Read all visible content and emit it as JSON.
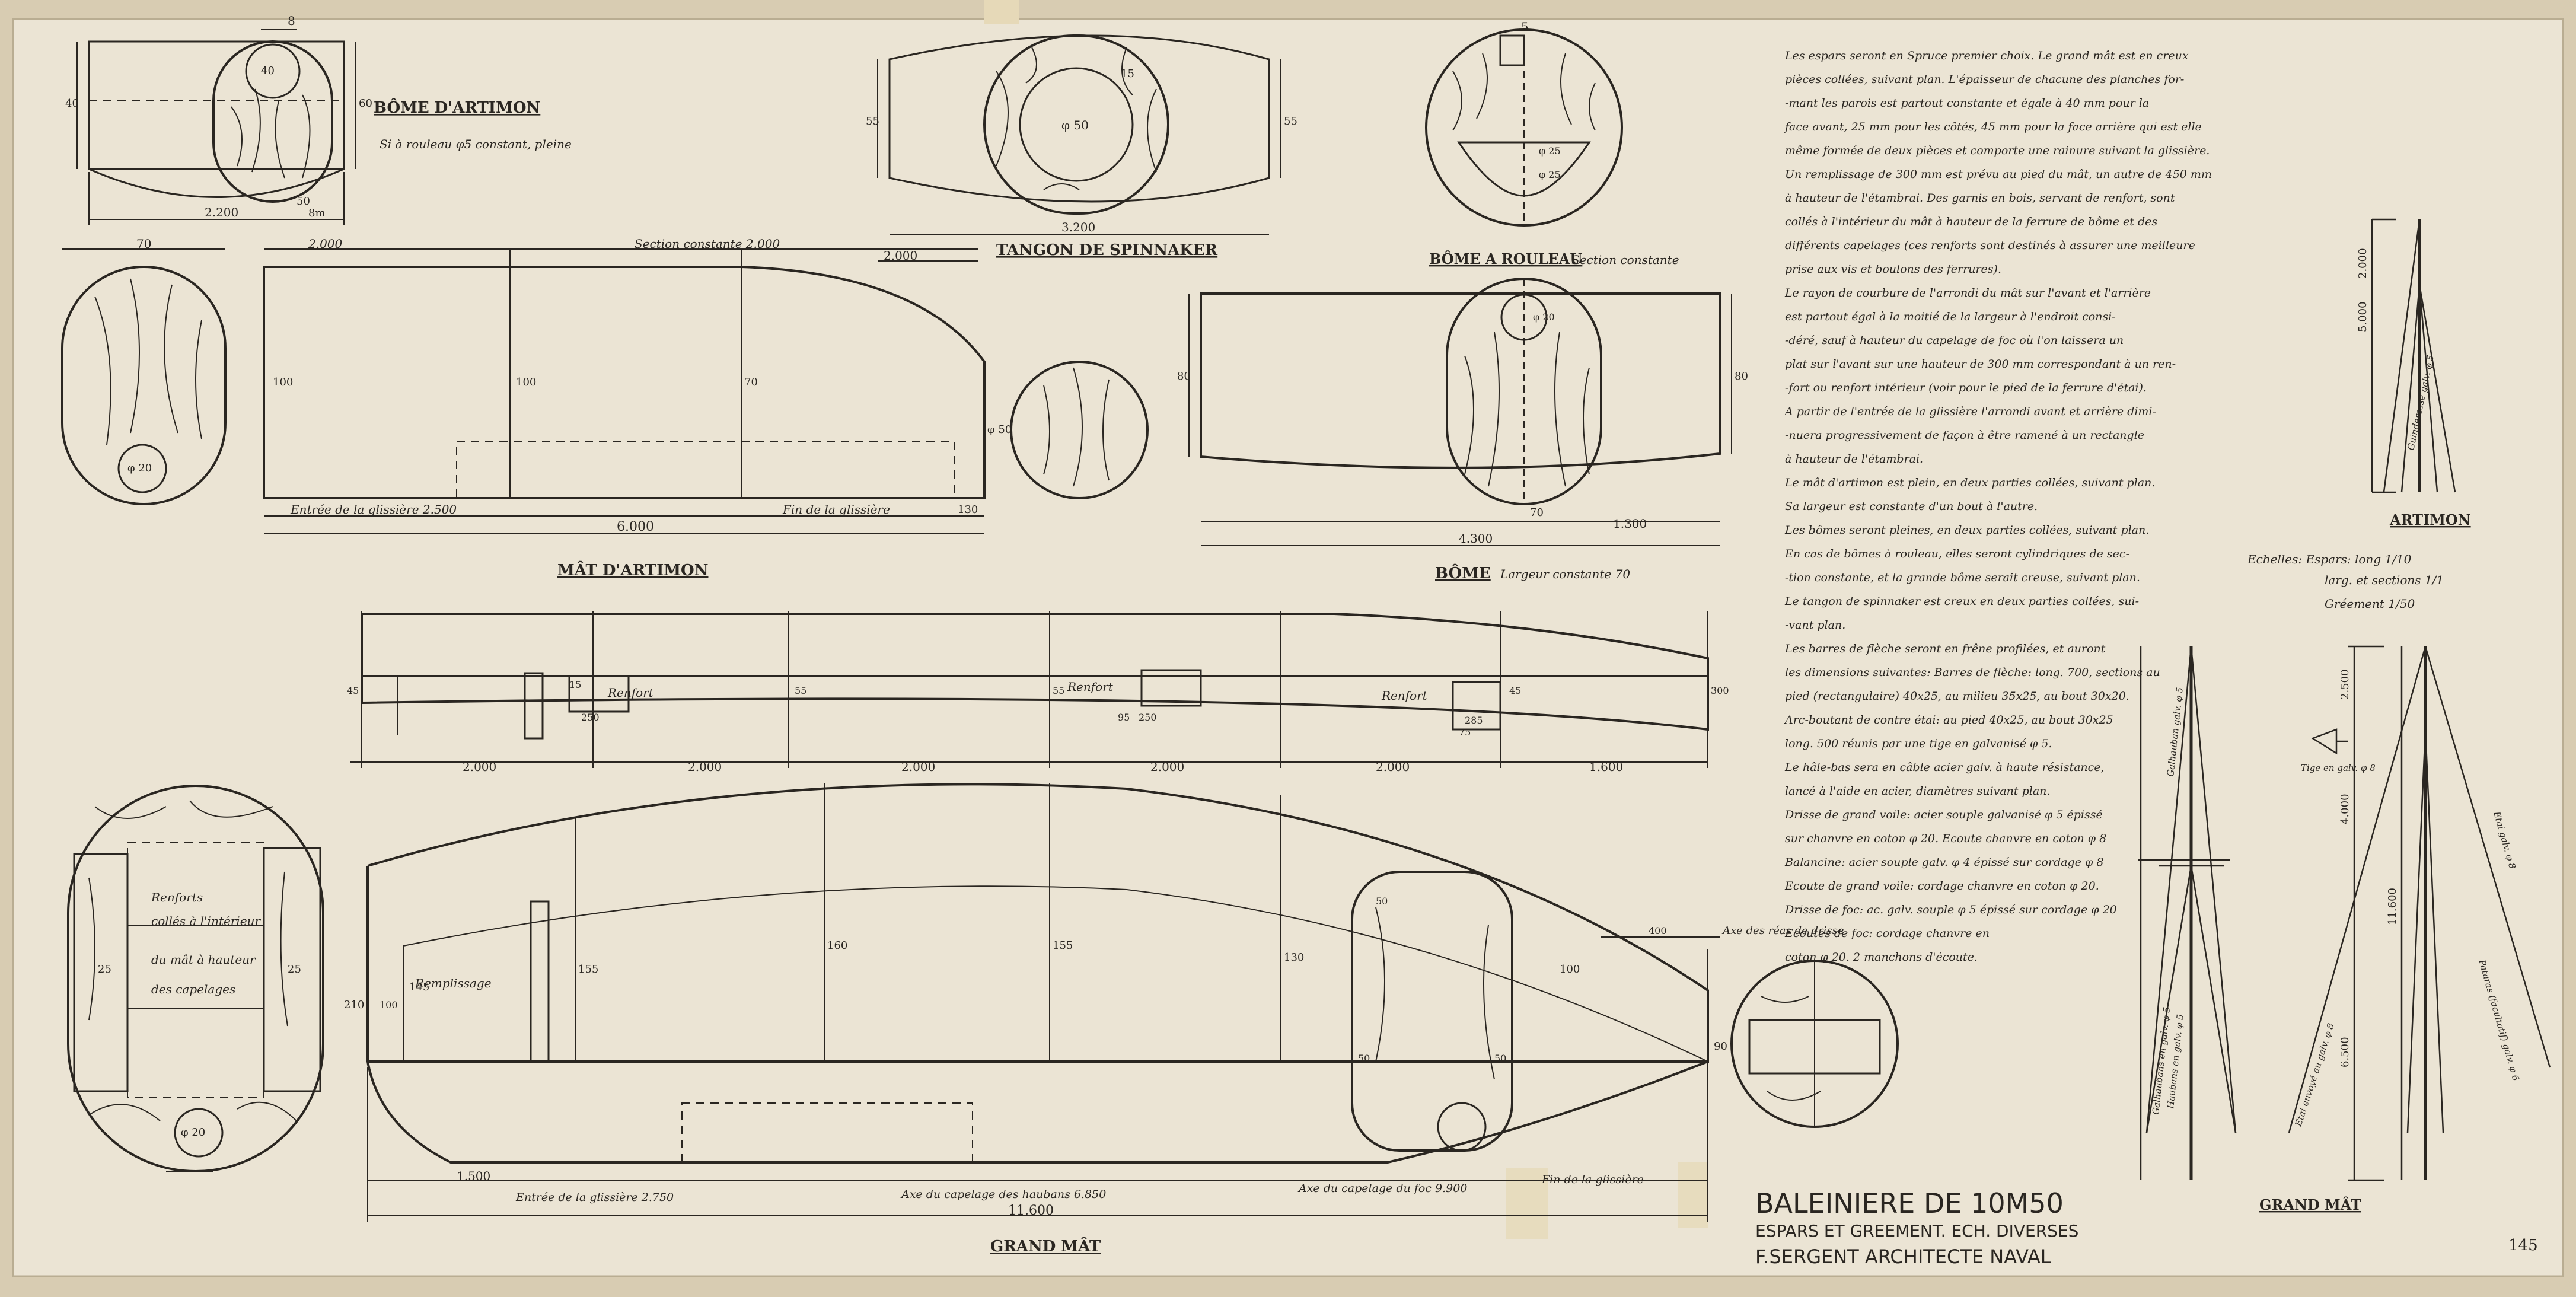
{
  "colors": {
    "paper": "#e8e0d0",
    "paper_dark": "#ded5c3",
    "ink": "#2a2621",
    "tape": "#e6d9b8"
  },
  "views": {
    "bome_artimon": {
      "label": "BÔME D'ARTIMON",
      "note": "Si à rouleau φ5 constant, pleine",
      "dims": [
        "8",
        "40",
        "60",
        "50",
        "2.200",
        "8m",
        "40"
      ]
    },
    "tangon": {
      "label": "TANGON DE SPINNAKER",
      "dims": [
        "φ 50",
        "15",
        "55",
        "55",
        "3.200"
      ]
    },
    "bome_rouleau": {
      "label": "BÔME A ROULEAU",
      "note": "Section constante",
      "dims": [
        "5",
        "φ 25",
        "φ 25"
      ]
    },
    "mat_artimon": {
      "label": "MÂT D'ARTIMON",
      "note_top": "Section constante 2.000",
      "dims": [
        "70",
        "2.000",
        "2.000",
        "100",
        "100",
        "70",
        "φ 50",
        "φ 20",
        "6.000",
        "130"
      ],
      "glissiere_start": "Entrée de la glissière 2.500",
      "glissiere_end": "Fin de la glissière"
    },
    "bome": {
      "label": "BÔME",
      "note": "Largeur constante 70",
      "dims": [
        "φ 20",
        "80",
        "80",
        "70",
        "4.300",
        "1.300"
      ]
    },
    "grand_mat": {
      "label": "GRAND MÂT",
      "top_dims": [
        "2.000",
        "2.000",
        "2.000",
        "2.000",
        "2.000",
        "1.600"
      ],
      "renfort_labels": [
        "Renfort",
        "Renfort",
        "Renfort"
      ],
      "small_dims": [
        "250",
        "15",
        "250",
        "95",
        "45",
        "55",
        "55",
        "75",
        "285",
        "45",
        "300"
      ],
      "section_note": "Renforts collés à l'intérieur du mât à hauteur des capelages",
      "remplissage": "Remplissage",
      "heights": [
        "145",
        "155",
        "160",
        "155",
        "130",
        "100",
        "400",
        "210",
        "25",
        "25",
        "50",
        "50",
        "50",
        "90"
      ],
      "section_phi": "φ 20",
      "section_label_dim": "100",
      "bottom_dims": [
        "1.500",
        "11.600"
      ],
      "glissiere_start": "Entrée de la glissière 2.750",
      "capelage_haubans": "Axe du capelage des haubans 6.850",
      "capelage_foc": "Axe du capelage du foc 9.900",
      "glissiere_end": "Fin de la glissière",
      "drisse_axis": "Axe des réas de drisse"
    },
    "artimon_rig": {
      "label": "ARTIMON",
      "dims": [
        "5.000",
        "2.000"
      ],
      "shroud": "Guinderesse galv. φ 5",
      "scale_lines": [
        "Echelles: Espars: long 1/10",
        "larg. et sections 1/1",
        "Gréement 1/50"
      ]
    },
    "grand_mat_rig": {
      "label": "GRAND MÂT",
      "dims": [
        "2.500",
        "4.000",
        "6.500",
        "11.600"
      ],
      "tige": "Tige en galv. φ 8",
      "shroud_left": "Galhauban galv. φ 5",
      "stay": "Etai galv. φ 8",
      "backstay": "Pataras (facultatif) galv. φ 6",
      "labels": [
        "Galhaubans en galv. φ 5",
        "Haubans en galv. φ 5",
        "Etai envoyé au galv. φ 8"
      ]
    }
  },
  "spec_text": [
    "Les espars seront en Spruce premier choix. Le grand mât est en creux",
    "pièces collées, suivant plan. L'épaisseur de chacune des planches for-",
    "-mant les parois est partout constante et égale à 40 mm pour la",
    "face avant, 25 mm pour les côtés, 45 mm pour la face arrière qui est elle",
    "même formée de deux pièces et comporte une rainure suivant la glissière.",
    "Un remplissage de 300 mm est prévu au pied du mât, un autre de 450 mm",
    "à hauteur de l'étambrai. Des garnis en bois, servant de renfort, sont",
    "collés à l'intérieur du mât à hauteur de la ferrure de bôme et des",
    "différents capelages (ces renforts sont destinés à assurer une meilleure",
    "prise aux vis et boulons des ferrures).",
    "Le rayon de courbure de l'arrondi du mât sur l'avant et l'arrière",
    "est partout égal à la moitié de la largeur à l'endroit consi-",
    "-déré, sauf à hauteur du capelage de foc où l'on laissera un",
    "plat sur l'avant sur une hauteur de 300 mm correspondant à un ren-",
    "-fort ou renfort intérieur (voir pour le pied de la ferrure d'étai).",
    "A partir de l'entrée de la glissière l'arrondi avant et arrière dimi-",
    "-nuera progressivement de façon à être ramené à un rectangle",
    "à hauteur de l'étambrai.",
    "Le mât d'artimon est plein, en deux parties collées, suivant plan.",
    "Sa largeur est constante d'un bout à l'autre.",
    "Les bômes seront pleines, en deux parties collées, suivant plan.",
    "En cas de bômes à rouleau, elles seront cylindriques de sec-",
    "-tion constante, et la grande bôme serait creuse, suivant plan.",
    "Le tangon de spinnaker est creux en deux parties collées, sui-",
    "-vant plan.",
    "Les barres de flèche seront en frêne profilées, et auront",
    "les dimensions suivantes: Barres de flèche: long. 700, sections au",
    "pied (rectangulaire) 40x25, au milieu 35x25, au bout 30x20.",
    "Arc-boutant de contre étai: au pied 40x25, au bout 30x25",
    "long. 500 réunis par une tige en galvanisé φ 5.",
    "Le hâle-bas sera en câble acier galv. à haute résistance,",
    "lancé à l'aide en acier, diamètres suivant plan.",
    "Drisse de grand voile: acier souple galvanisé φ 5 épissé",
    "sur chanvre en coton φ 20. Ecoute chanvre en coton φ 8",
    "Balancine: acier souple galv. φ 4 épissé sur cordage φ 8",
    "Ecoute de grand voile: cordage chanvre en coton φ 20.",
    "Drisse de foc: ac. galv. souple φ 5 épissé sur cordage φ 20",
    "Ecoutes de foc: cordage chanvre en",
    "coton φ 20. 2 manchons d'écoute."
  ],
  "title_block": {
    "title": "BALEINIERE DE 10M50",
    "subtitle": "ESPARS ET GREEMENT. ECH. DIVERSES",
    "architect": "F.SERGENT ARCHITECTE NAVAL"
  },
  "sheet_number": "145"
}
